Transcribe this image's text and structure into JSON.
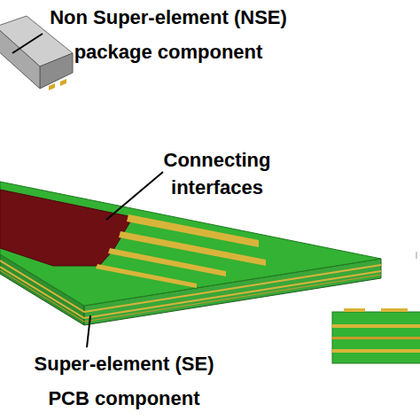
{
  "diagram": {
    "labels": [
      "Non Super-element (NSE) package component",
      "Connecting interfaces",
      "Super-element (SE) PCB component"
    ]
  }
}
